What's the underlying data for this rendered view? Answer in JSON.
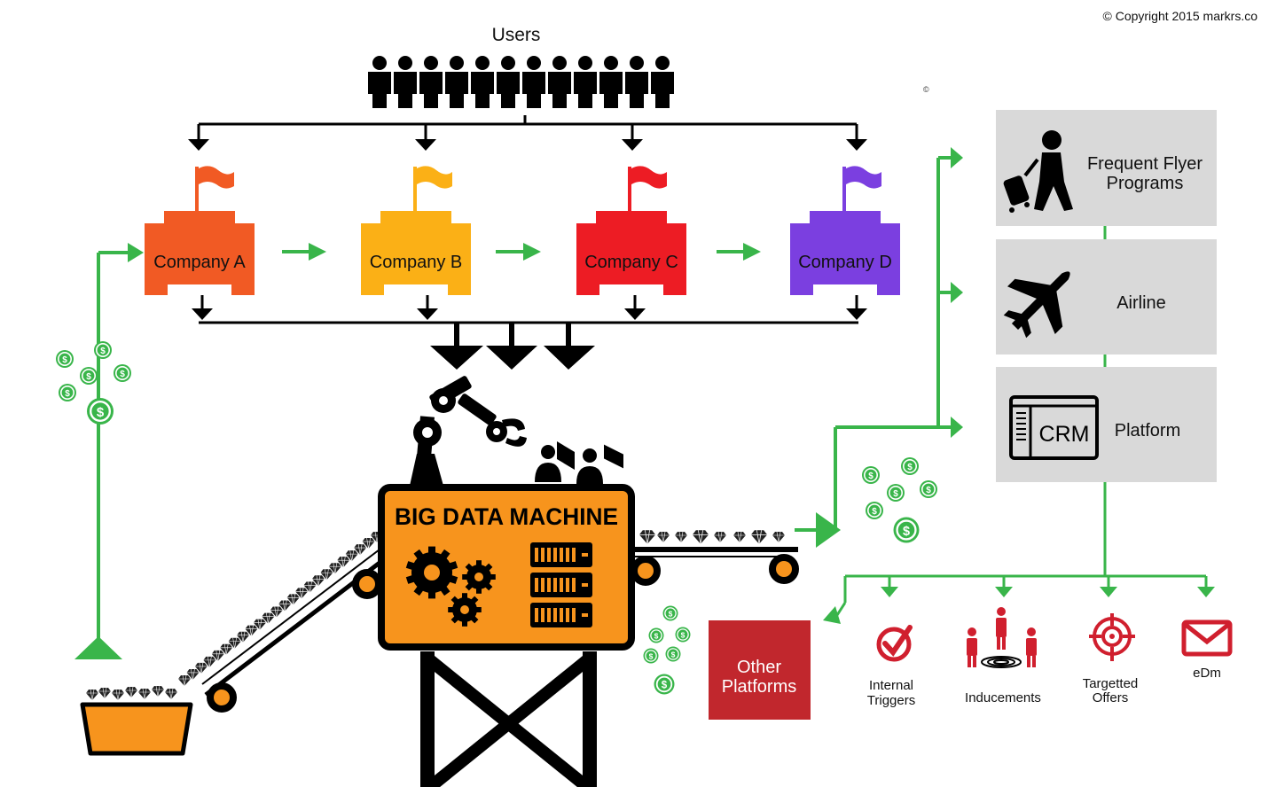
{
  "copyright": "© Copyright 2015 markrs.co",
  "small_mark": "©",
  "users_label": "Users",
  "companies": [
    {
      "label": "Company A",
      "color": "#F15A24"
    },
    {
      "label": "Company B",
      "color": "#FBB016"
    },
    {
      "label": "Company C",
      "color": "#ED1C24"
    },
    {
      "label": "Company D",
      "color": "#7B3FE0"
    }
  ],
  "machine": {
    "title": "BIG DATA MACHINE"
  },
  "panels": [
    {
      "label_lines": [
        "Frequent Flyer",
        "Programs"
      ],
      "icon": "traveler-icon"
    },
    {
      "label_lines": [
        "Airline"
      ],
      "icon": "airplane-icon"
    },
    {
      "label_lines": [
        "Platform"
      ],
      "icon": "crm-icon",
      "icon_text": "CRM"
    }
  ],
  "other_platforms": [
    "Other",
    "Platforms"
  ],
  "outputs": [
    {
      "label_lines": [
        "Internal",
        "Triggers"
      ],
      "icon": "check-icon"
    },
    {
      "label_lines": [
        "Inducements"
      ],
      "icon": "people-stage-icon"
    },
    {
      "label_lines": [
        "Targetted",
        "Offers"
      ],
      "icon": "target-icon"
    },
    {
      "label_lines": [
        "eDm"
      ],
      "icon": "mail-icon"
    }
  ],
  "colors": {
    "flow": "#39B54A",
    "machine": "#F7941D",
    "panel": "#D9D9D9",
    "other_platforms": "#C1272D",
    "output_red": "#D01F2E",
    "black": "#000000"
  }
}
